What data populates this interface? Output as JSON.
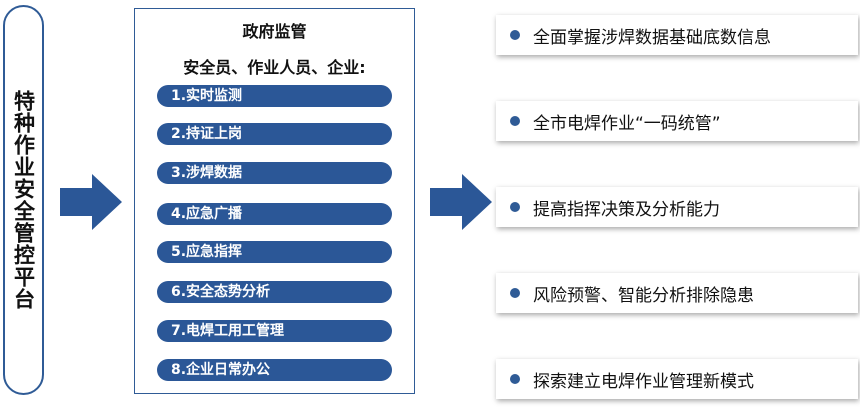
{
  "platform": {
    "title": "特种作业安全管控平台"
  },
  "center": {
    "title": "政府监管",
    "subtitle": "安全员、作业人员、企业:",
    "steps": [
      "1.实时监测",
      "2.持证上岗",
      "3.涉焊数据",
      "4.应急广播",
      "5.应急指挥",
      "6.安全态势分析",
      "7.电焊工用工管理",
      "8.企业日常办公"
    ]
  },
  "outcomes": [
    "全面掌握涉焊数据基础底数信息",
    "全市电焊作业“一码统管”",
    "提高指挥决策及分析能力",
    "风险预警、智能分析排除隐患",
    "探索建立电焊作业管理新模式"
  ],
  "colors": {
    "accent": "#2b5797",
    "border": "#2f5b96"
  }
}
